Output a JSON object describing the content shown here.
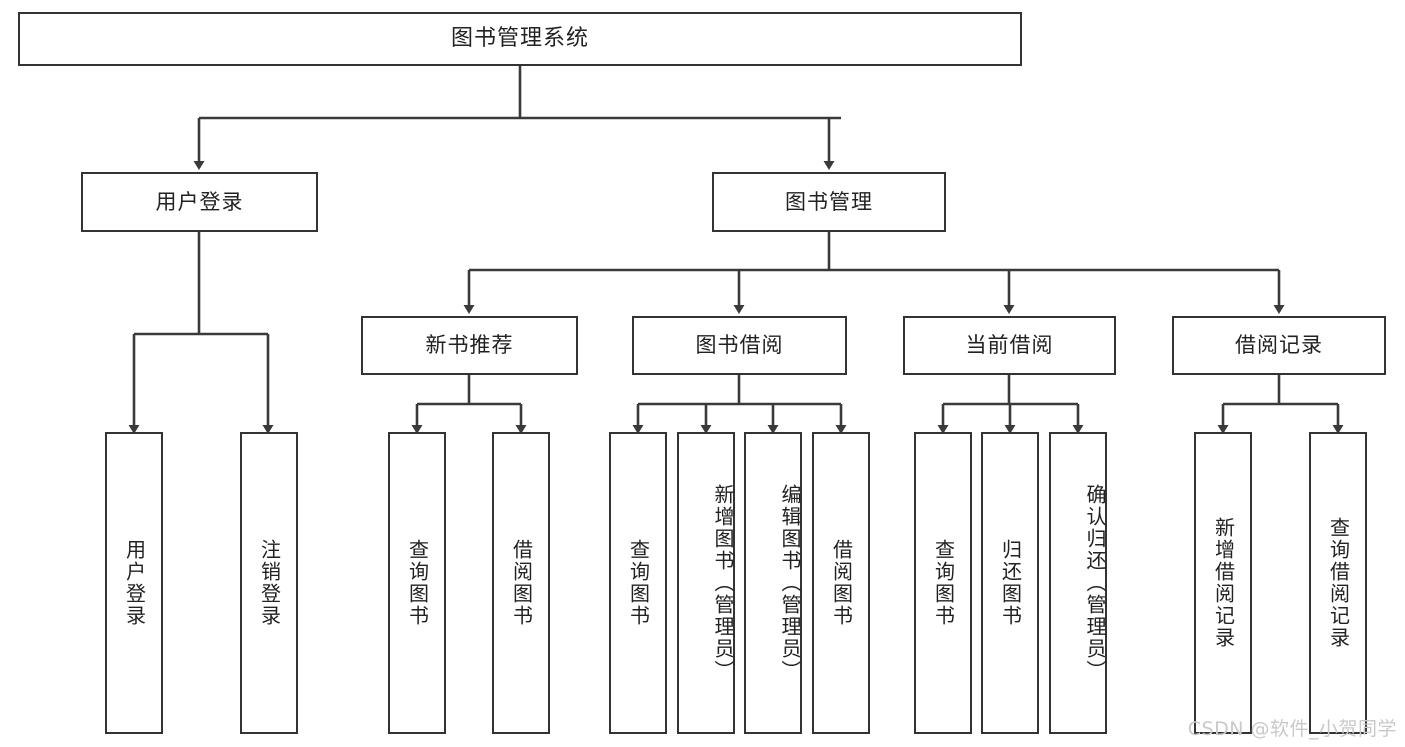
{
  "diagram": {
    "type": "tree-hierarchy",
    "title": "图书管理系统",
    "watermark": "CSDN @软件_小贺同学",
    "colors": {
      "box_border": "#333333",
      "box_fill": "#ffffff",
      "line": "#3a3a3a",
      "text": "#222222",
      "watermark": "#c9c9c9",
      "background": "#ffffff"
    },
    "levels": {
      "root": "图书管理系统",
      "level2": [
        "用户登录",
        "图书管理"
      ],
      "level3": [
        "新书推荐",
        "图书借阅",
        "当前借阅",
        "借阅记录"
      ]
    },
    "nodes": {
      "root": {
        "label": "图书管理系统"
      },
      "user_login": {
        "label": "用户登录"
      },
      "book_manage": {
        "label": "图书管理"
      },
      "new_book_rec": {
        "label": "新书推荐"
      },
      "book_borrow": {
        "label": "图书借阅"
      },
      "current_borrow": {
        "label": "当前借阅"
      },
      "borrow_record": {
        "label": "借阅记录"
      },
      "leaf_user_login": {
        "label": "用户登录"
      },
      "leaf_logout": {
        "label": "注销登录"
      },
      "leaf_query_book_1": {
        "label": "查询图书"
      },
      "leaf_borrow_book_1": {
        "label": "借阅图书"
      },
      "leaf_query_book_2": {
        "label": "查询图书"
      },
      "leaf_add_book": {
        "label": "新增图书（管理员）"
      },
      "leaf_edit_book": {
        "label": "编辑图书（管理员）"
      },
      "leaf_borrow_book_2": {
        "label": "借阅图书"
      },
      "leaf_query_book_3": {
        "label": "查询图书"
      },
      "leaf_return_book": {
        "label": "归还图书"
      },
      "leaf_confirm_return": {
        "label": "确认归还（管理员）"
      },
      "leaf_add_record": {
        "label": "新增借阅记录"
      },
      "leaf_query_record": {
        "label": "查询借阅记录"
      }
    },
    "edges": [
      {
        "from": "图书管理系统",
        "to": "用户登录"
      },
      {
        "from": "图书管理系统",
        "to": "图书管理"
      },
      {
        "from": "用户登录",
        "to": "用户登录"
      },
      {
        "from": "用户登录",
        "to": "注销登录"
      },
      {
        "from": "图书管理",
        "to": "新书推荐"
      },
      {
        "from": "图书管理",
        "to": "图书借阅"
      },
      {
        "from": "图书管理",
        "to": "当前借阅"
      },
      {
        "from": "图书管理",
        "to": "借阅记录"
      },
      {
        "from": "新书推荐",
        "to": "查询图书"
      },
      {
        "from": "新书推荐",
        "to": "借阅图书"
      },
      {
        "from": "图书借阅",
        "to": "查询图书"
      },
      {
        "from": "图书借阅",
        "to": "新增图书（管理员）"
      },
      {
        "from": "图书借阅",
        "to": "编辑图书（管理员）"
      },
      {
        "from": "图书借阅",
        "to": "借阅图书"
      },
      {
        "from": "当前借阅",
        "to": "查询图书"
      },
      {
        "from": "当前借阅",
        "to": "归还图书"
      },
      {
        "from": "当前借阅",
        "to": "确认归还（管理员）"
      },
      {
        "from": "借阅记录",
        "to": "新增借阅记录"
      },
      {
        "from": "借阅记录",
        "to": "查询借阅记录"
      }
    ]
  }
}
